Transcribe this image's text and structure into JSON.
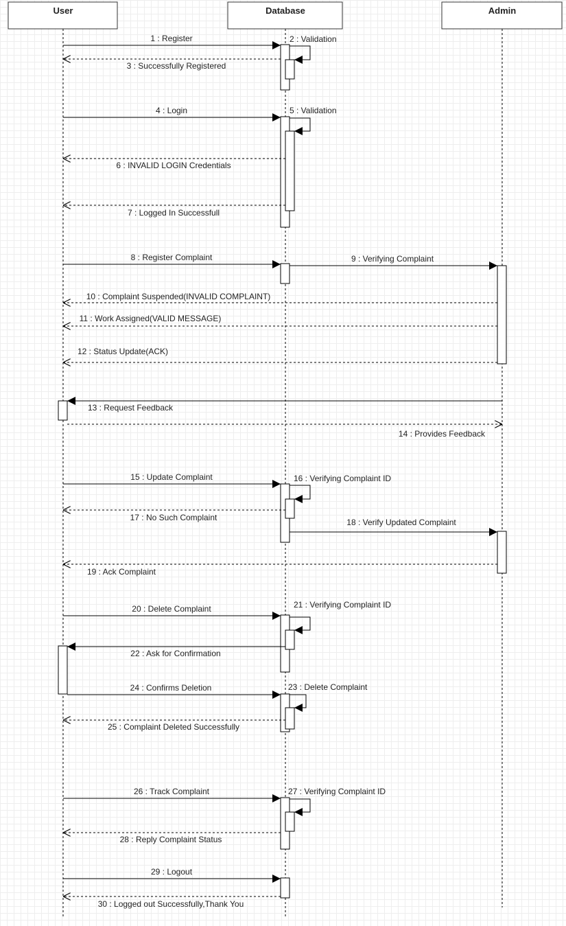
{
  "diagram": {
    "type": "sequence",
    "actors": [
      {
        "id": "user",
        "label": "User"
      },
      {
        "id": "database",
        "label": "Database"
      },
      {
        "id": "admin",
        "label": "Admin"
      }
    ],
    "messages": [
      {
        "n": 1,
        "label": "1 : Register",
        "from": "user",
        "to": "database",
        "kind": "call"
      },
      {
        "n": 2,
        "label": "2 : Validation",
        "from": "database",
        "to": "database",
        "kind": "self"
      },
      {
        "n": 3,
        "label": "3 : Successfully Registered",
        "from": "database",
        "to": "user",
        "kind": "return"
      },
      {
        "n": 4,
        "label": "4 : Login",
        "from": "user",
        "to": "database",
        "kind": "call"
      },
      {
        "n": 5,
        "label": "5 : Validation",
        "from": "database",
        "to": "database",
        "kind": "self"
      },
      {
        "n": 6,
        "label": "6 : INVALID LOGIN Credentials",
        "from": "database",
        "to": "user",
        "kind": "return"
      },
      {
        "n": 7,
        "label": "7 : Logged In Successfull",
        "from": "database",
        "to": "user",
        "kind": "return"
      },
      {
        "n": 8,
        "label": "8 : Register Complaint",
        "from": "user",
        "to": "database",
        "kind": "call"
      },
      {
        "n": 9,
        "label": "9 : Verifying Complaint",
        "from": "database",
        "to": "admin",
        "kind": "call"
      },
      {
        "n": 10,
        "label": "10 : Complaint Suspended(INVALID COMPLAINT)",
        "from": "admin",
        "to": "user",
        "kind": "return"
      },
      {
        "n": 11,
        "label": "11 : Work Assigned(VALID MESSAGE)",
        "from": "admin",
        "to": "user",
        "kind": "return"
      },
      {
        "n": 12,
        "label": "12 : Status Update(ACK)",
        "from": "admin",
        "to": "user",
        "kind": "return"
      },
      {
        "n": 13,
        "label": "13 : Request Feedback",
        "from": "admin",
        "to": "user",
        "kind": "call"
      },
      {
        "n": 14,
        "label": "14 : Provides Feedback",
        "from": "user",
        "to": "admin",
        "kind": "return"
      },
      {
        "n": 15,
        "label": "15 : Update Complaint",
        "from": "user",
        "to": "database",
        "kind": "call"
      },
      {
        "n": 16,
        "label": "16 : Verifying Complaint ID",
        "from": "database",
        "to": "database",
        "kind": "self"
      },
      {
        "n": 17,
        "label": "17 : No Such Complaint",
        "from": "database",
        "to": "user",
        "kind": "return"
      },
      {
        "n": 18,
        "label": "18 : Verify Updated Complaint",
        "from": "database",
        "to": "admin",
        "kind": "call"
      },
      {
        "n": 19,
        "label": "19 : Ack Complaint",
        "from": "admin",
        "to": "user",
        "kind": "return"
      },
      {
        "n": 20,
        "label": "20 : Delete Complaint",
        "from": "user",
        "to": "database",
        "kind": "call"
      },
      {
        "n": 21,
        "label": "21 : Verifying Complaint ID",
        "from": "database",
        "to": "database",
        "kind": "self"
      },
      {
        "n": 22,
        "label": "22 : Ask for Confirmation",
        "from": "database",
        "to": "user",
        "kind": "call"
      },
      {
        "n": 23,
        "label": "23 : Delete Complaint",
        "from": "database",
        "to": "database",
        "kind": "self"
      },
      {
        "n": 24,
        "label": "24 : Confirms Deletion",
        "from": "user",
        "to": "database",
        "kind": "call"
      },
      {
        "n": 25,
        "label": "25 : Complaint  Deleted Successfully",
        "from": "database",
        "to": "user",
        "kind": "return"
      },
      {
        "n": 26,
        "label": "26 : Track Complaint",
        "from": "user",
        "to": "database",
        "kind": "call"
      },
      {
        "n": 27,
        "label": "27 : Verifying Complaint ID",
        "from": "database",
        "to": "database",
        "kind": "self"
      },
      {
        "n": 28,
        "label": "28 : Reply Complaint Status",
        "from": "database",
        "to": "user",
        "kind": "return"
      },
      {
        "n": 29,
        "label": "29 : Logout",
        "from": "user",
        "to": "database",
        "kind": "call"
      },
      {
        "n": 30,
        "label": "30 : Logged out Successfully,Thank You",
        "from": "database",
        "to": "user",
        "kind": "return"
      }
    ]
  }
}
